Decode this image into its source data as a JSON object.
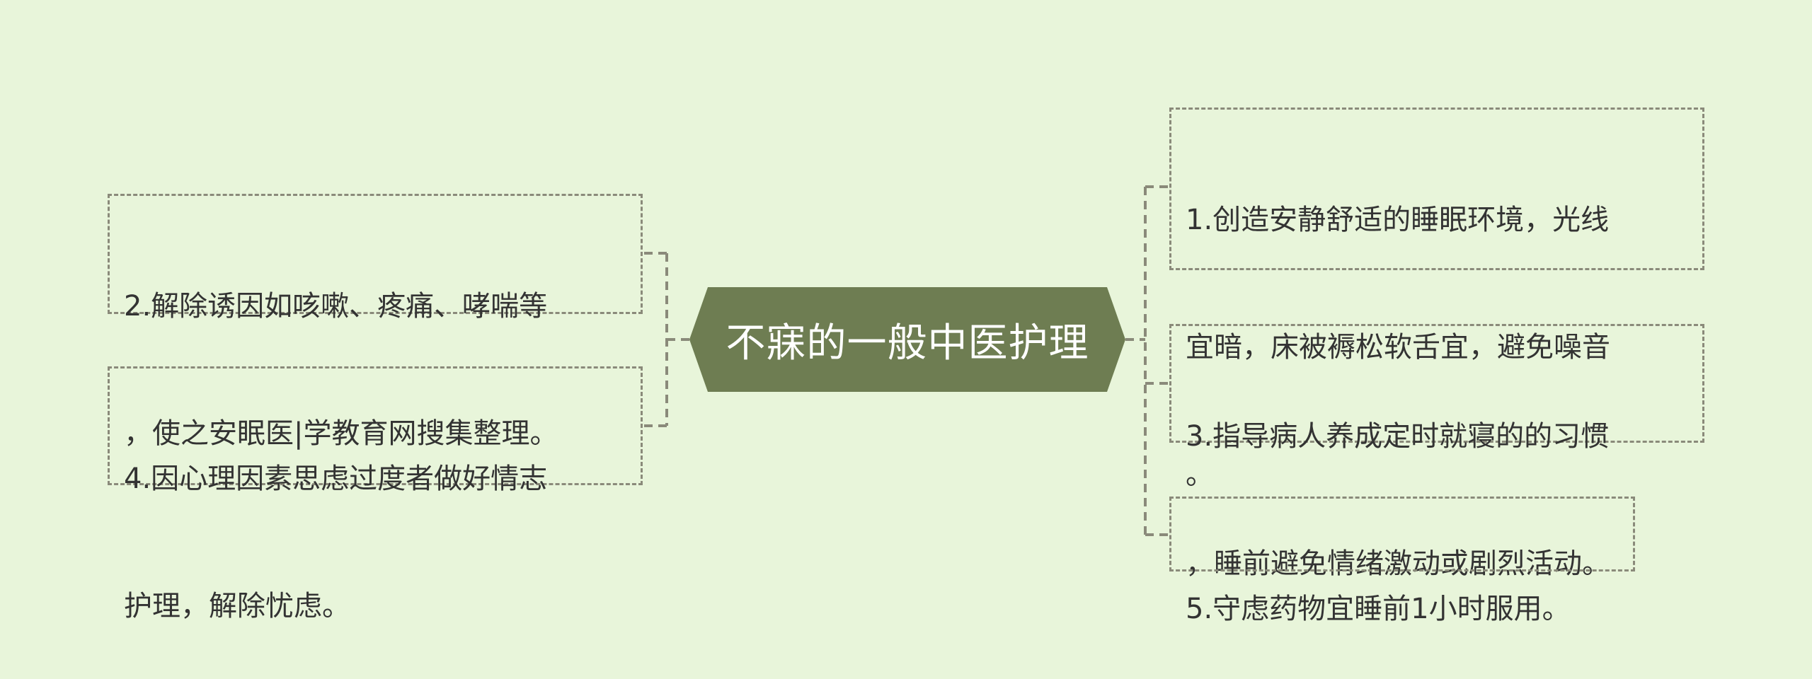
{
  "center": {
    "label": "不寐的一般中医护理",
    "color": "#6e7d52"
  },
  "connector_color": "#8a8a7a",
  "branches": [
    {
      "id": "1",
      "text": "1.创造安静舒适的睡眠环境，光线宜暗，床被褥松软舌宜，避免噪音。",
      "lines": [
        "1.创造安静舒适的睡眠环境，光线",
        "宜暗，床被褥松软舌宜，避免噪音",
        "。"
      ]
    },
    {
      "id": "2",
      "text": "2.解除诱因如咳嗽、疼痛、哮喘等，使之安眠医|学教育网搜集整理。",
      "lines": [
        "2.解除诱因如咳嗽、疼痛、哮喘等",
        "，使之安眠医|学教育网搜集整理。"
      ]
    },
    {
      "id": "3",
      "text": "3.指导病人养成定时就寝的的习惯，睡前避免情绪激动或剧烈活动。",
      "lines": [
        "3.指导病人养成定时就寝的的习惯",
        "，睡前避免情绪激动或剧烈活动。"
      ]
    },
    {
      "id": "4",
      "text": "4.因心理因素思虑过度者做好情志护理，解除忧虑。",
      "lines": [
        "4.因心理因素思虑过度者做好情志",
        "护理，解除忧虑。"
      ]
    },
    {
      "id": "5",
      "text": "5.守虑药物宜睡前1小时服用。",
      "lines": [
        "5.守虑药物宜睡前1小时服用。"
      ]
    }
  ]
}
